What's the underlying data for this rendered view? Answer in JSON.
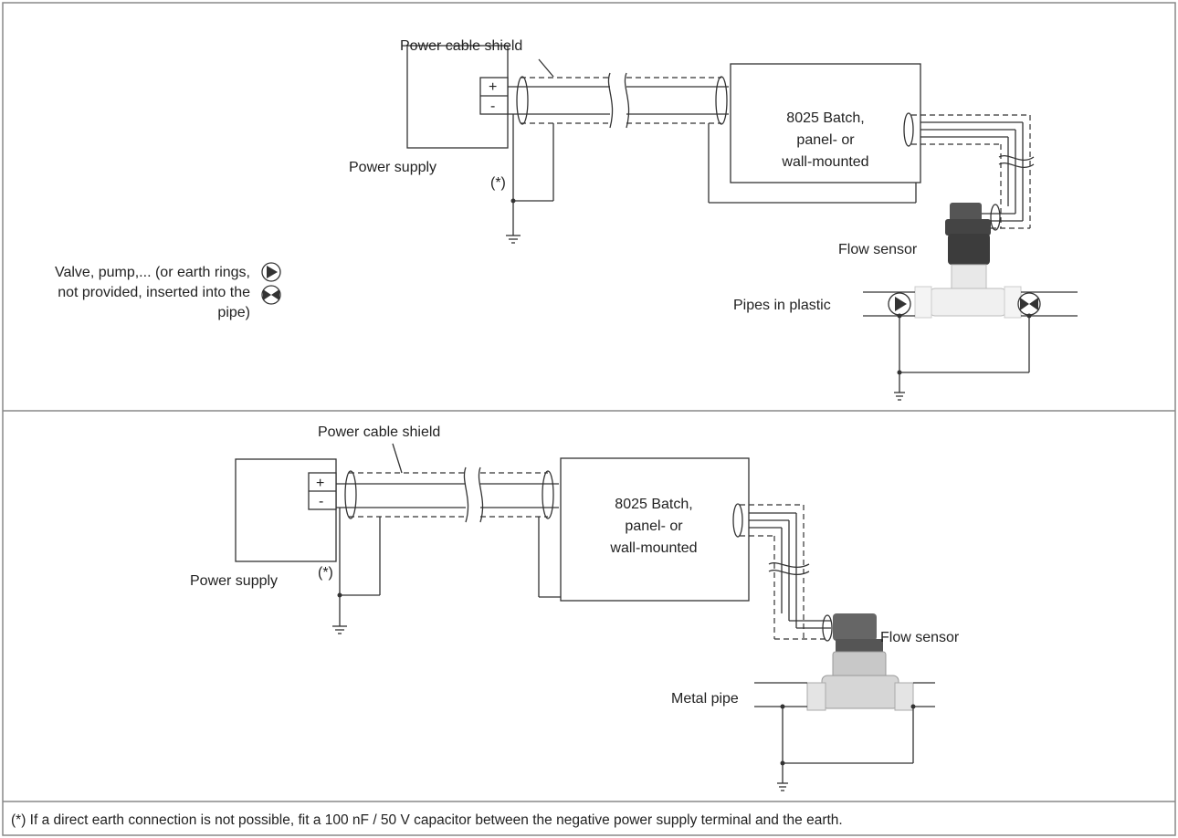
{
  "top": {
    "shield_label": "Power cable shield",
    "power_supply": "Power supply",
    "plus": "+",
    "minus": "-",
    "batch_line1": "8025 Batch,",
    "batch_line2": "panel- or",
    "batch_line3": "wall-mounted",
    "asterisk": "(*)",
    "flow_sensor": "Flow sensor",
    "pipes_label": "Pipes in plastic",
    "valve_line1": "Valve, pump,... (or earth rings,",
    "valve_line2": "not provided, inserted into the",
    "valve_line3": "pipe)"
  },
  "bottom": {
    "shield_label": "Power cable shield",
    "power_supply": "Power supply",
    "plus": "+",
    "minus": "-",
    "batch_line1": "8025 Batch,",
    "batch_line2": "panel- or",
    "batch_line3": "wall-mounted",
    "asterisk": "(*)",
    "flow_sensor": "Flow sensor",
    "pipe_label": "Metal pipe"
  },
  "footnote": "(*) If a direct earth connection is not possible, fit a 100 nF / 50 V capacitor between the negative power supply terminal and the earth."
}
